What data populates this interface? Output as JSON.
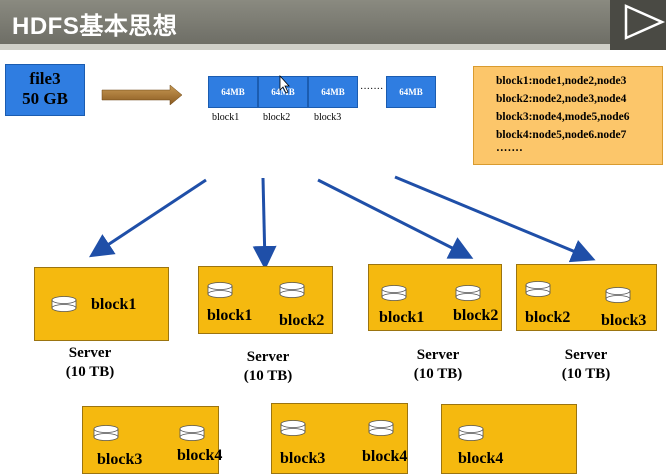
{
  "title": "HDFS基本思想",
  "file": {
    "name": "file3",
    "size": "50 GB"
  },
  "blocks": [
    {
      "size": "64MB",
      "label": "block1"
    },
    {
      "size": "64MB",
      "label": "block2"
    },
    {
      "size": "64MB",
      "label": "block3"
    },
    {
      "size": "64MB",
      "label": ""
    }
  ],
  "ellipsis": "·······",
  "mapping": [
    "block1:node1,node2,node3",
    "block2:node2,node3,node4",
    "block3:node4,mode5,node6",
    "block4:node5,node6.node7",
    "·······"
  ],
  "servers": [
    {
      "name": "Server",
      "capacity": "(10 TB)",
      "blocks": [
        "block1"
      ]
    },
    {
      "name": "Server",
      "capacity": "(10 TB)",
      "blocks": [
        "block1",
        "block2"
      ]
    },
    {
      "name": "Server",
      "capacity": "(10 TB)",
      "blocks": [
        "block1",
        "block2"
      ]
    },
    {
      "name": "Server",
      "capacity": "(10 TB)",
      "blocks": [
        "block2",
        "block3"
      ]
    },
    {
      "name": "",
      "capacity": "",
      "blocks": [
        "block3",
        "block4"
      ]
    },
    {
      "name": "",
      "capacity": "",
      "blocks": [
        "block3",
        "block4"
      ]
    },
    {
      "name": "",
      "capacity": "",
      "blocks": [
        "block4"
      ]
    }
  ],
  "colors": {
    "file_block": "#2f7de1",
    "server": "#f5b90f",
    "mapping_bg": "#fcc66a",
    "arrow": "#1f4fa8"
  }
}
